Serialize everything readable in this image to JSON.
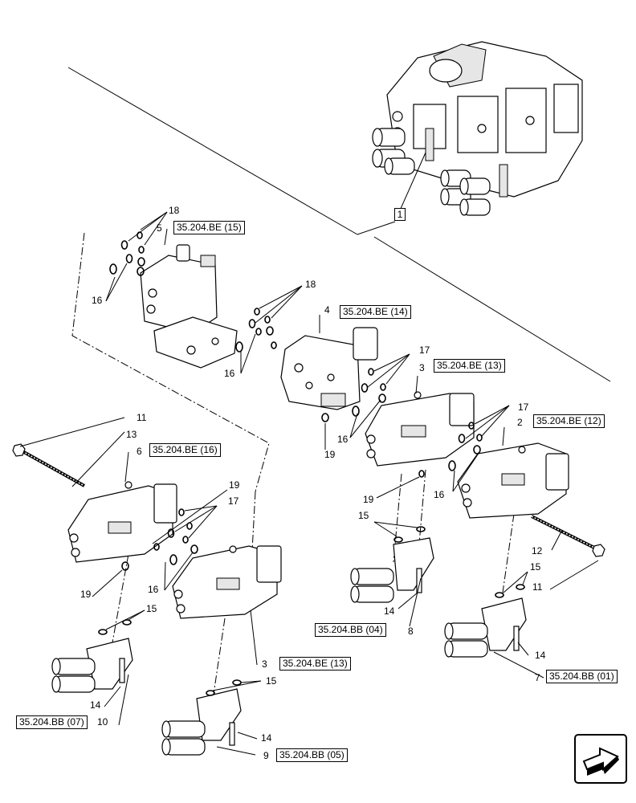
{
  "refs": {
    "r1": "35.204.BE (15)",
    "r2": "35.204.BE (14)",
    "r3": "35.204.BE (13)",
    "r4": "35.204.BE (12)",
    "r5": "35.204.BE (16)",
    "r6": "35.204.BE (13)",
    "r7": "35.204.BB (04)",
    "r8": "35.204.BB (01)",
    "r9": "35.204.BB (07)",
    "r10": "35.204.BB (05)"
  },
  "key_label": "1",
  "callouts": {
    "c2": "2",
    "c3a": "3",
    "c3b": "3",
    "c4": "4",
    "c5": "5",
    "c6": "6",
    "c7": "7",
    "c8": "8",
    "c9": "9",
    "c10": "10",
    "c11a": "11",
    "c11b": "11",
    "c12": "12",
    "c13": "13",
    "c14a": "14",
    "c14b": "14",
    "c14c": "14",
    "c14d": "14",
    "c15a": "15",
    "c15b": "15",
    "c15c": "15",
    "c15d": "15",
    "c16a": "16",
    "c16b": "16",
    "c16c": "16",
    "c16d": "16",
    "c16e": "16",
    "c17a": "17",
    "c17b": "17",
    "c17c": "17",
    "c18a": "18",
    "c18b": "18",
    "c19a": "19",
    "c19b": "19",
    "c19c": "19",
    "c19d": "19"
  },
  "icons": {
    "nav": "next-page-arrow-icon"
  }
}
